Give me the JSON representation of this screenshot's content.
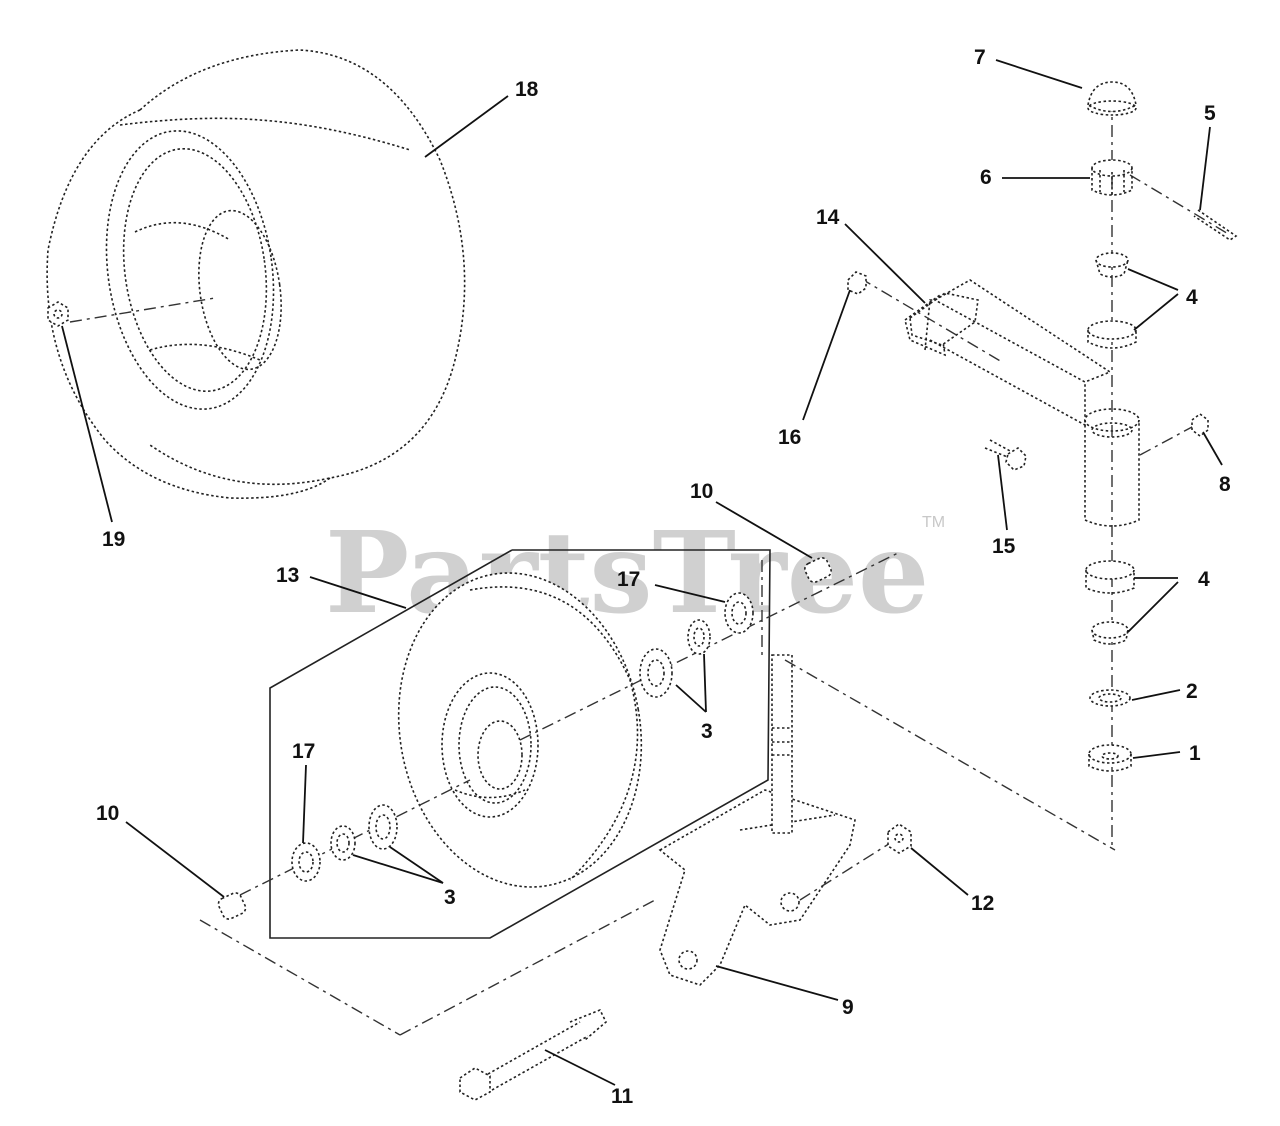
{
  "watermark": {
    "text": "PartsTree",
    "tm": "TM"
  },
  "callouts": [
    {
      "id": "c1",
      "label": "1"
    },
    {
      "id": "c2",
      "label": "2"
    },
    {
      "id": "c3a",
      "label": "3"
    },
    {
      "id": "c3b",
      "label": "3"
    },
    {
      "id": "c4a",
      "label": "4"
    },
    {
      "id": "c4b",
      "label": "4"
    },
    {
      "id": "c5",
      "label": "5"
    },
    {
      "id": "c6",
      "label": "6"
    },
    {
      "id": "c7",
      "label": "7"
    },
    {
      "id": "c8",
      "label": "8"
    },
    {
      "id": "c9",
      "label": "9"
    },
    {
      "id": "c10a",
      "label": "10"
    },
    {
      "id": "c10b",
      "label": "10"
    },
    {
      "id": "c11",
      "label": "11"
    },
    {
      "id": "c12",
      "label": "12"
    },
    {
      "id": "c13",
      "label": "13"
    },
    {
      "id": "c14",
      "label": "14"
    },
    {
      "id": "c15",
      "label": "15"
    },
    {
      "id": "c16",
      "label": "16"
    },
    {
      "id": "c17a",
      "label": "17"
    },
    {
      "id": "c17b",
      "label": "17"
    },
    {
      "id": "c18",
      "label": "18"
    },
    {
      "id": "c19",
      "label": "19"
    }
  ]
}
